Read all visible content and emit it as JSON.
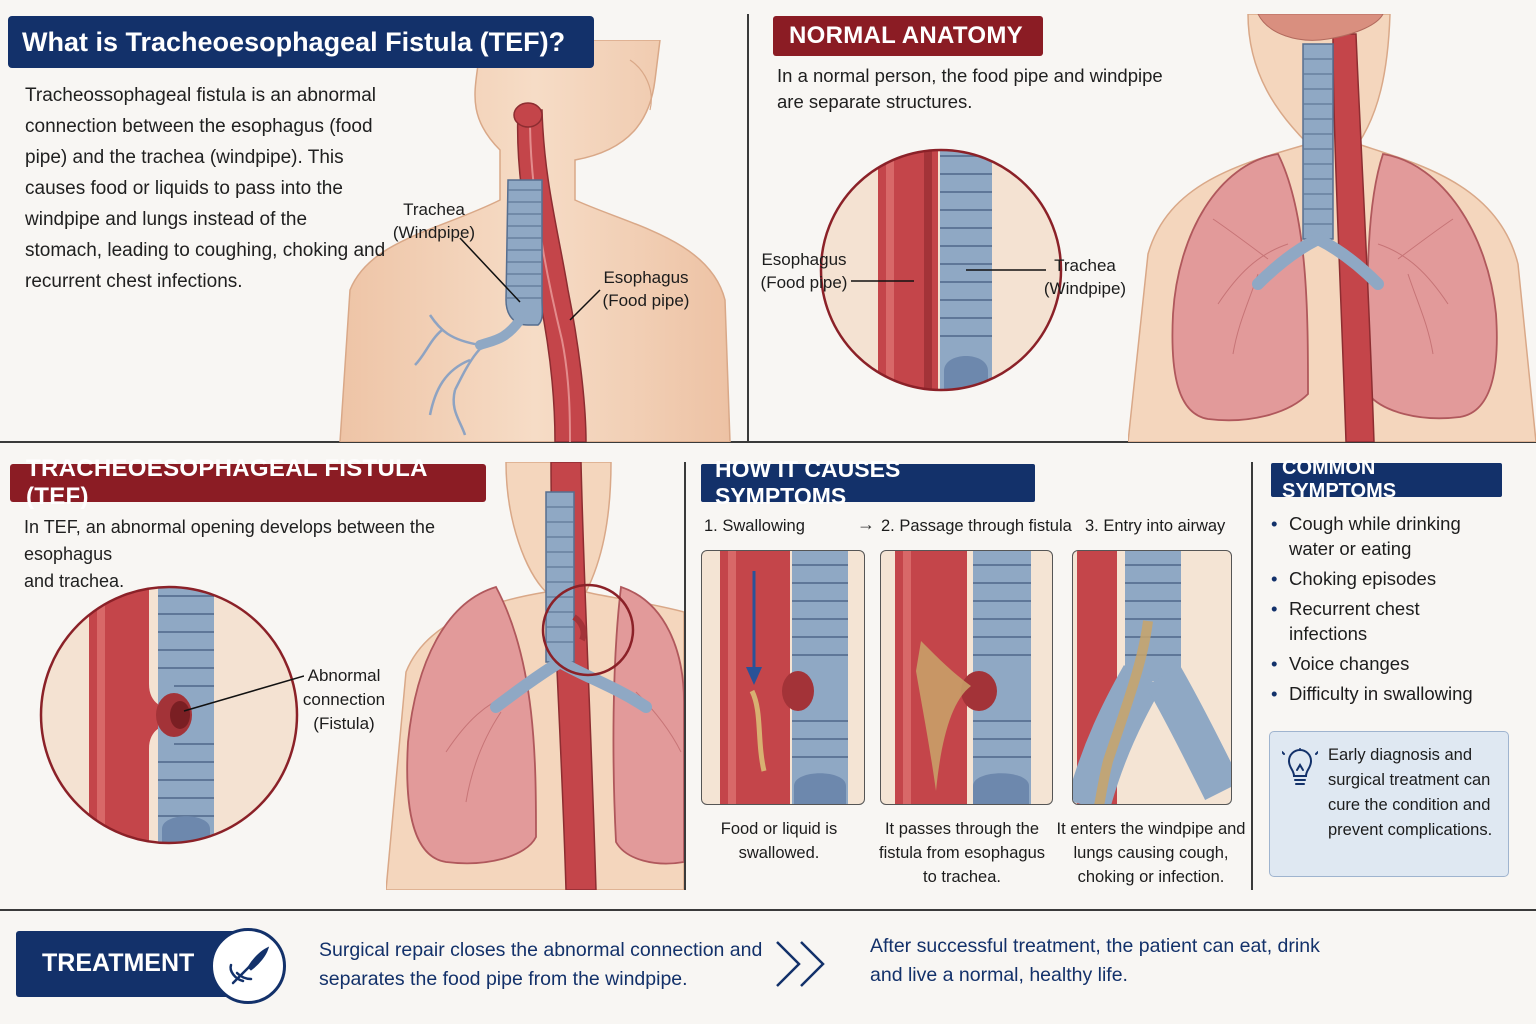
{
  "intro": {
    "title": "What is Tracheoesophageal Fistula (TEF)?",
    "text": "Tracheossophageal fistula is an abnormal connection between the esophagus (food pipe) and the trachea (windpipe). This causes food or liquids to pass into the windpipe and lungs instead of the stomach, leading to coughing, choking and recurrent chest infections.",
    "label_trachea_1": "Trachea",
    "label_trachea_2": "(Windpipe)",
    "label_esophagus_1": "Esophagus",
    "label_esophagus_2": "(Food pipe)"
  },
  "normal": {
    "title": "NORMAL ANATOMY",
    "text_1": "In a normal person, the food pipe and windpipe",
    "text_2": "are separate structures.",
    "label_esophagus_1": "Esophagus",
    "label_esophagus_2": "(Food pipe)",
    "label_trachea_1": "Trachea",
    "label_trachea_2": "(Windpipe)"
  },
  "tef": {
    "title": "TRACHEOESOPHAGEAL FISTULA (TEF)",
    "text_1": "In TEF, an abnormal opening develops between the esophagus",
    "text_2": "and trachea.",
    "label_1": "Abnormal",
    "label_2": "connection",
    "label_3": "(Fistula)"
  },
  "symptoms_flow": {
    "title": "HOW IT CAUSES SYMPTOMS",
    "steps": [
      "1.  Swallowing",
      "2.  Passage through fistula",
      "3.  Entry into airway"
    ],
    "captions": [
      "Food or liquid is swallowed.",
      "It passes through the fistula from esophagus to trachea.",
      "It enters the windpipe and lungs causing cough, choking or infection."
    ]
  },
  "common": {
    "title": "COMMON SYMPTOMS",
    "items": [
      "Cough while drinking water or eating",
      "Choking episodes",
      "Recurrent chest infections",
      "Voice changes",
      "Difficulty in swallowing"
    ],
    "tip": "Early diagnosis and surgical treatment can cure the condition and prevent complications.",
    "tip_icon": "lightbulb-icon"
  },
  "treatment": {
    "label": "TREATMENT",
    "icon": "surgery-tool-icon",
    "text_1": "Surgical repair closes the abnormal connection and separates the food pipe from the windpipe.",
    "text_2": "After successful treatment, the patient can eat, drink and live a normal, healthy life."
  },
  "colors": {
    "navy": "#13316a",
    "crimson": "#8b1c24",
    "tissue_red": "#c9484a",
    "trachea_blue": "#8fa8c4",
    "skin": "#f2d3b8"
  }
}
